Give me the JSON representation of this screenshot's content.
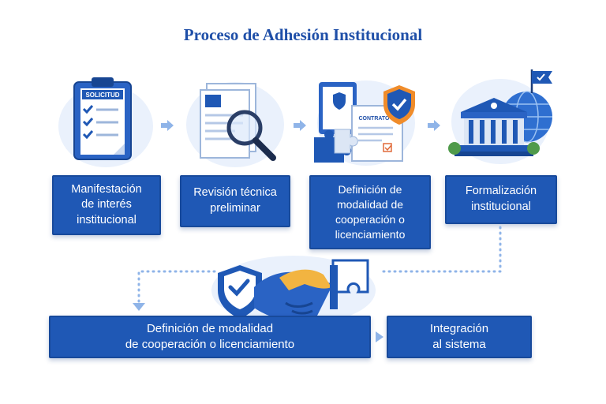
{
  "title": "Proceso de Adhesión Institucional",
  "steps": [
    {
      "line1": "Manifestación",
      "line2": "de interés",
      "line3": "institucional",
      "badge": "SOLICITUD"
    },
    {
      "line1": "Revisión técnica",
      "line2": "preliminar"
    },
    {
      "line1": "Definición de",
      "line2": "modalidad de",
      "line3": "cooperación o",
      "line4": "licenciamiento",
      "badge": "CONTRATO"
    },
    {
      "line1": "Formalización",
      "line2": "institucional"
    },
    {
      "line1": "Definición de modalidad",
      "line2": "de cooperación o licenciamiento"
    },
    {
      "line1": "Integración",
      "line2": "al sistema"
    }
  ],
  "colors": {
    "primary": "#1f58b5",
    "title": "#1f4fa8",
    "arrow": "#8fb4e8",
    "accent": "#f08c2a"
  }
}
